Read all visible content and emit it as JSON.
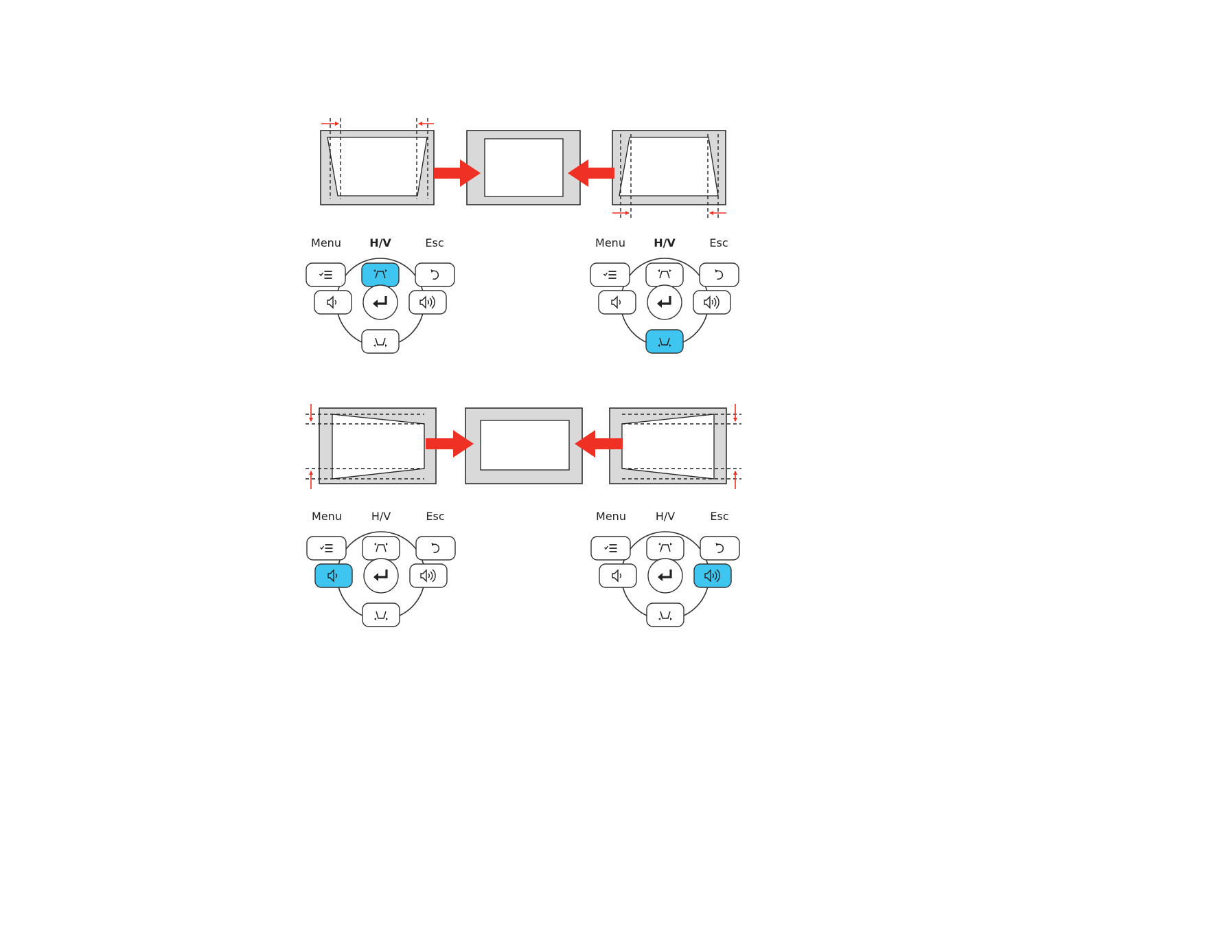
{
  "colors": {
    "screen_fill": "#d9d9d9",
    "frame_stroke": "#222222",
    "arrow_red": "#ee3124",
    "highlight_blue": "#3ec5f0",
    "button_stroke": "#333333"
  },
  "panels": [
    {
      "label_menu": "Menu",
      "label_hv": "H/V",
      "label_esc": "Esc",
      "highlight": "hv"
    },
    {
      "label_menu": "Menu",
      "label_hv": "H/V",
      "label_esc": "Esc",
      "highlight": "down"
    },
    {
      "label_menu": "Menu",
      "label_hv": "H/V",
      "label_esc": "Esc",
      "highlight": "left"
    },
    {
      "label_menu": "Menu",
      "label_hv": "H/V",
      "label_esc": "Esc",
      "highlight": "right"
    }
  ],
  "icons": {
    "menu": "menu-list-icon",
    "hv": "keystone-up-icon",
    "esc": "return-icon",
    "left": "volume-down-icon",
    "enter": "enter-icon",
    "right": "volume-up-icon",
    "down": "keystone-down-icon"
  }
}
